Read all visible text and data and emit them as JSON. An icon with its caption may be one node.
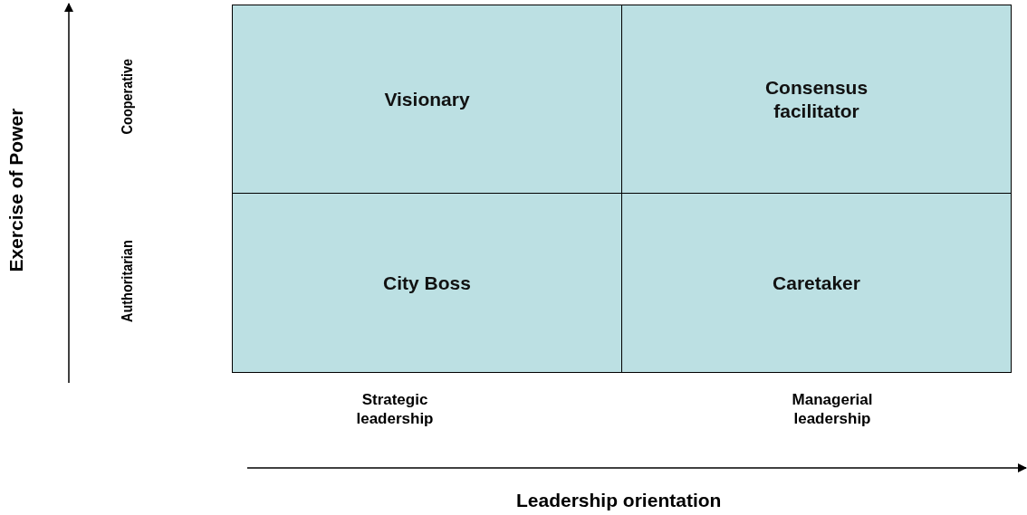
{
  "diagram": {
    "nodes": [
      {
        "text": [
          "Visionary"
        ]
      },
      {
        "text": [
          "Consensus facilitator"
        ]
      },
      {
        "text": [
          "City Boss"
        ]
      },
      {
        "text": [
          "Caretaker"
        ]
      }
    ],
    "labels": [
      "Exercise of Power",
      "Cooperative",
      "Authoritarian",
      "Strategic leadership",
      "Managerial leadership",
      "Leadership orientation"
    ]
  }
}
